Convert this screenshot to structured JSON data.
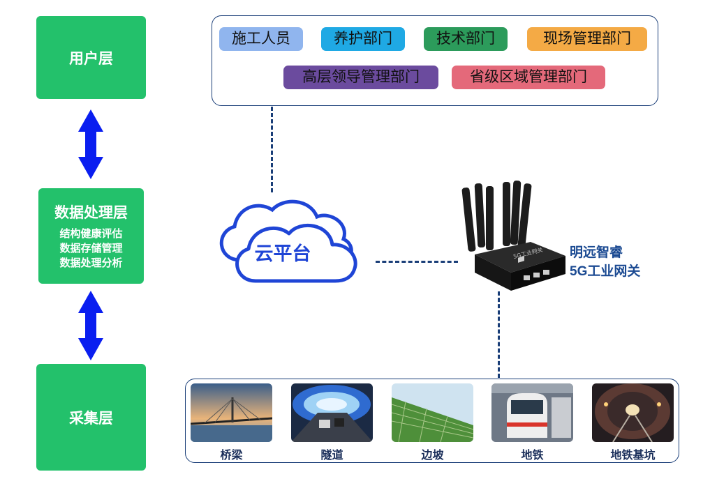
{
  "layers": {
    "user": {
      "title": "用户层"
    },
    "processing": {
      "title": "数据处理层",
      "items": [
        "结构健康评估",
        "数据存储管理",
        "数据处理分析"
      ]
    },
    "collection": {
      "title": "采集层"
    }
  },
  "user_groups": [
    {
      "label": "施工人员",
      "color": "#90b5ee"
    },
    {
      "label": "养护部门",
      "color": "#1fa9e4"
    },
    {
      "label": "技术部门",
      "color": "#2c9b5b"
    },
    {
      "label": "现场管理部门",
      "color": "#f4aa45"
    },
    {
      "label": "高层领导管理部门",
      "color": "#6b4b9e"
    },
    {
      "label": "省级区域管理部门",
      "color": "#e4697a"
    }
  ],
  "cloud": {
    "label": "云平台"
  },
  "gateway": {
    "name_line1": "明远智睿",
    "name_line2": "5G工业网关",
    "device_text": "5G工业网关"
  },
  "scenes": [
    {
      "label": "桥梁"
    },
    {
      "label": "隧道"
    },
    {
      "label": "边坡"
    },
    {
      "label": "地铁"
    },
    {
      "label": "地铁基坑"
    }
  ],
  "colors": {
    "layer_green": "#23c16b",
    "arrow_blue": "#0a1ef0",
    "line_navy": "#1a3e78",
    "cloud_blue": "#1f45d6"
  }
}
